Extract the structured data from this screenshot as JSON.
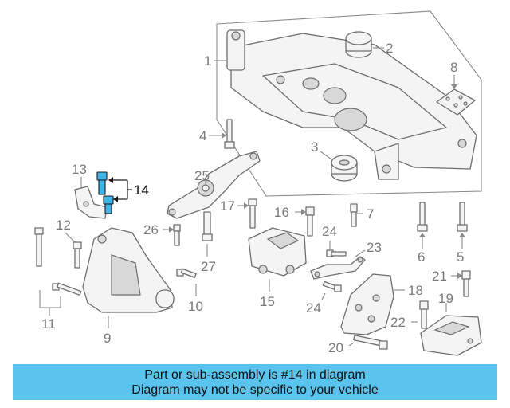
{
  "callouts": {
    "c1": "1",
    "c2": "2",
    "c3": "3",
    "c4": "4",
    "c5": "5",
    "c6": "6",
    "c7": "7",
    "c8": "8",
    "c9": "9",
    "c10": "10",
    "c11": "11",
    "c12": "12",
    "c13": "13",
    "c14": "14",
    "c15": "15",
    "c16": "16",
    "c17": "17",
    "c18": "18",
    "c19": "19",
    "c20": "20",
    "c21": "21",
    "c22": "22",
    "c23": "23",
    "c24a": "24",
    "c24b": "24",
    "c25": "25",
    "c26": "26",
    "c27": "27"
  },
  "highlight": {
    "part_number": "14",
    "color": "#3fb6e8"
  },
  "banner": {
    "line1": "Part or sub-assembly is #14 in diagram",
    "line2": "Diagram may not be specific to your vehicle",
    "color": "#5ac4ee"
  }
}
